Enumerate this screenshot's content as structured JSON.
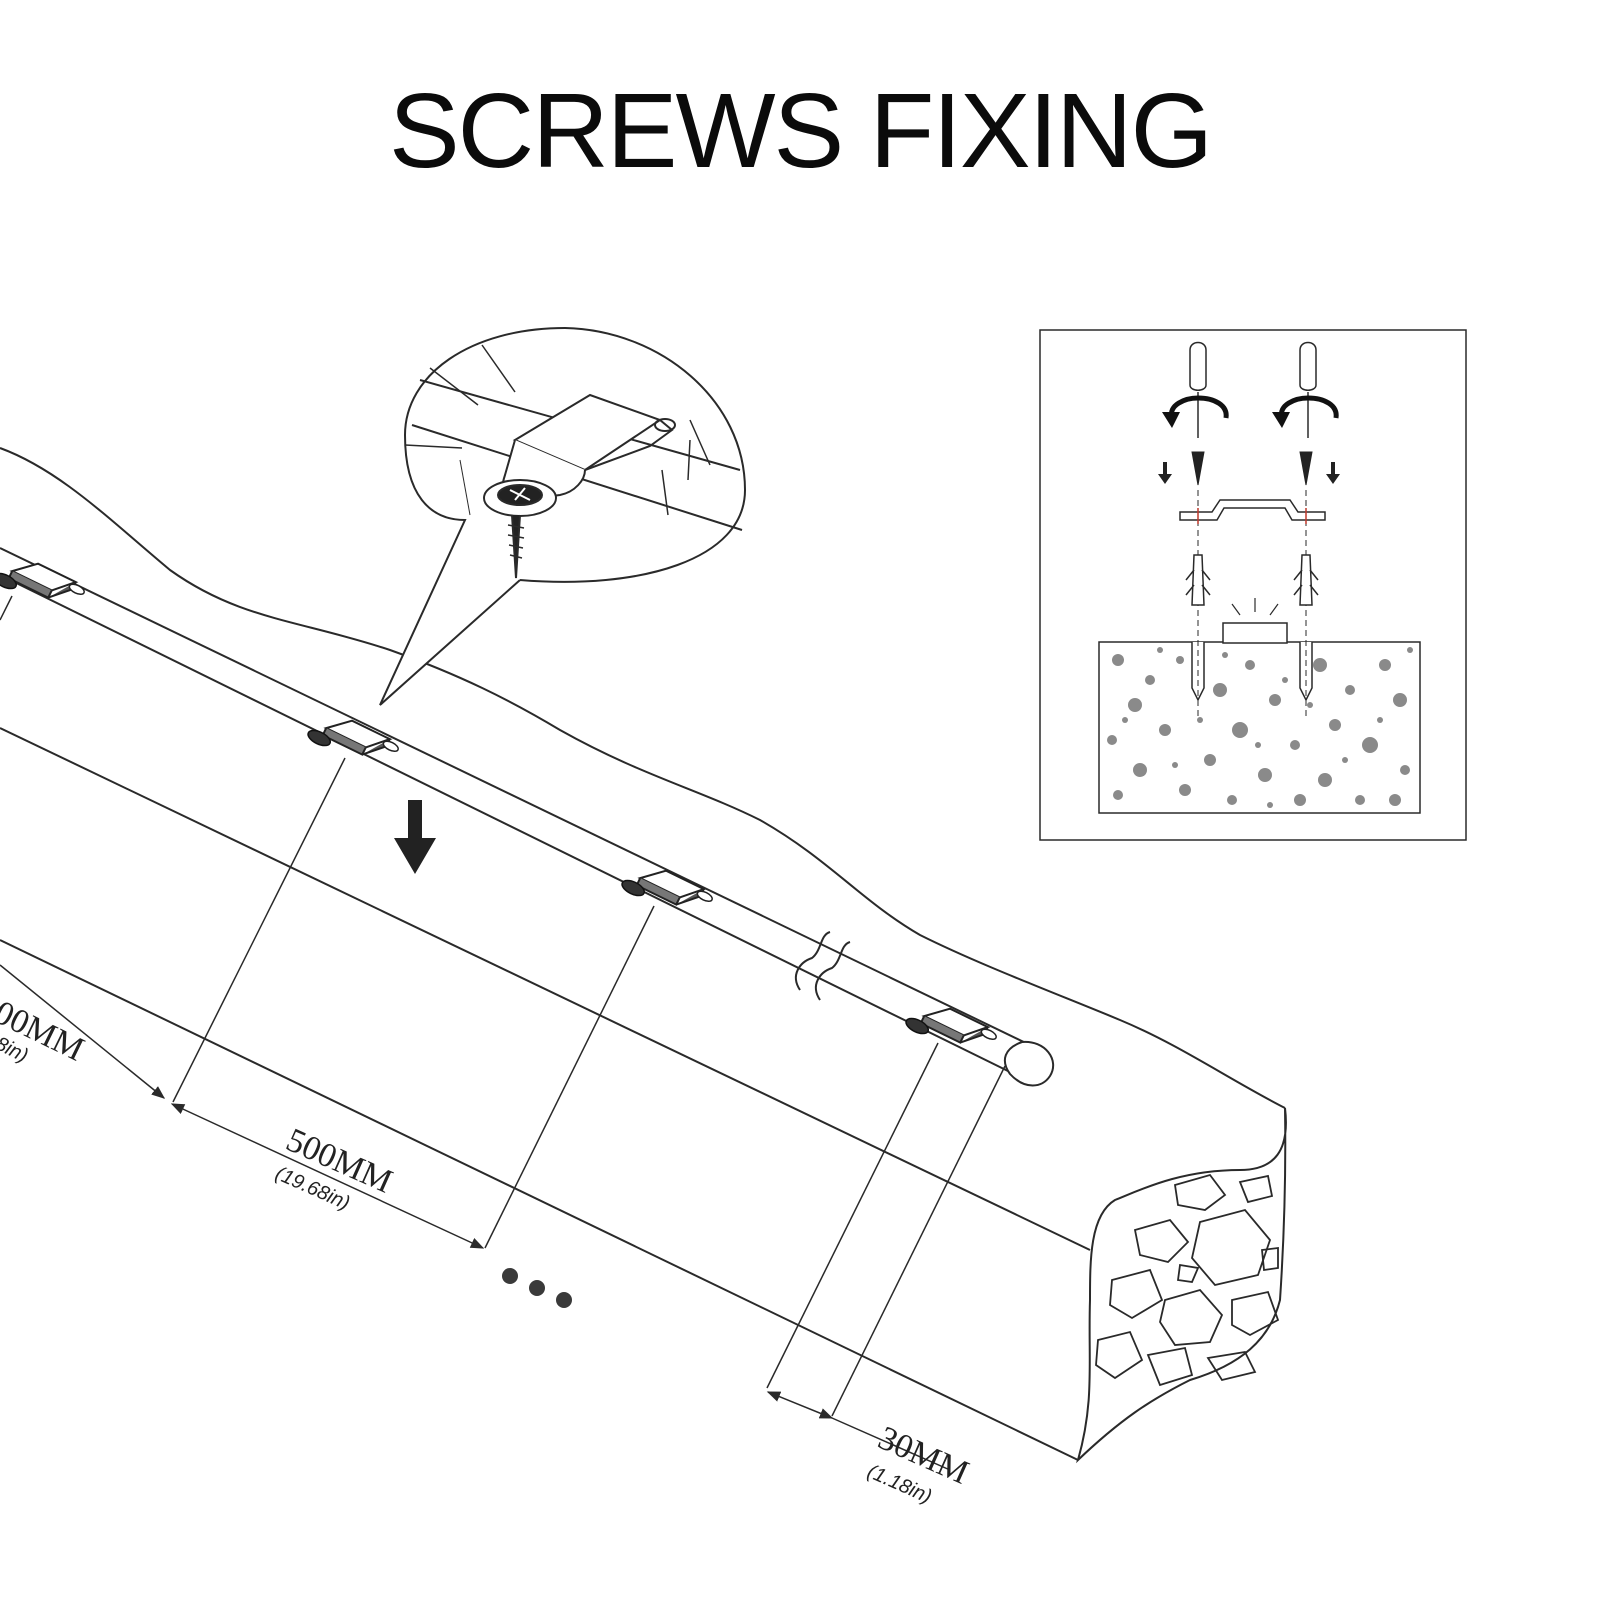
{
  "title": "SCREWS FIXING",
  "dimensions": {
    "first_spacing": {
      "mm": "00MM",
      "inch": "8in)"
    },
    "clip_spacing": {
      "mm": "500MM",
      "inch": "(19.68in)"
    },
    "end_offset": {
      "mm": "30MM",
      "inch": "(1.18in)"
    }
  },
  "icons": {
    "continuation": "ellipsis-dots-icon",
    "direction": "down-arrow-icon",
    "tool": "screwdriver-icon",
    "rotation": "rotate-arrows-icon",
    "fastener": "screw-icon",
    "anchor": "wall-plug-icon"
  },
  "colors": {
    "line": "#2a2a2a",
    "concrete_dots": "#8a8a8a",
    "guide": "#c0392b",
    "text": "#0b0b0b"
  }
}
